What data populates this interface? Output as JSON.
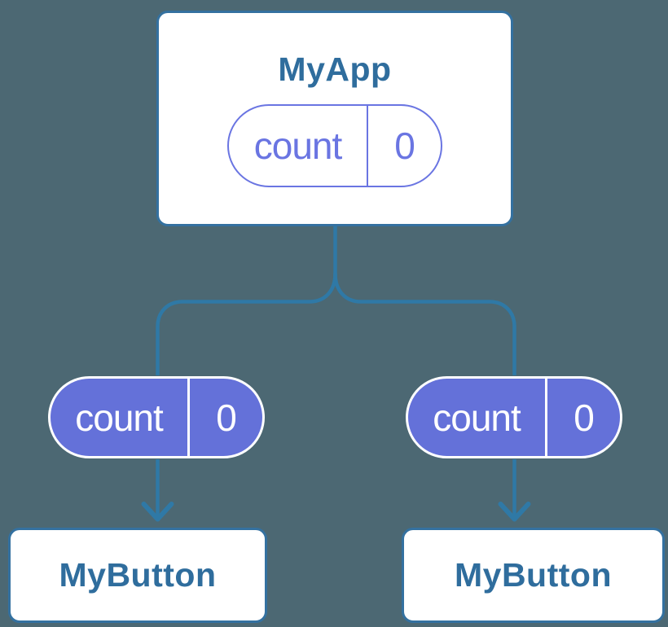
{
  "colors": {
    "background": "#4C6873",
    "line": "#2F79A6",
    "box-border": "#3471A0",
    "title-text": "#2F6D9D",
    "purple": "#6A75E2",
    "purple-fill": "#6471D9"
  },
  "icons": {
    "arrowhead": "chevron-down"
  },
  "root": {
    "title": "MyApp",
    "state": {
      "name": "count",
      "value": "0"
    }
  },
  "children": [
    {
      "title": "MyButton",
      "prop": {
        "name": "count",
        "value": "0"
      }
    },
    {
      "title": "MyButton",
      "prop": {
        "name": "count",
        "value": "0"
      }
    }
  ]
}
